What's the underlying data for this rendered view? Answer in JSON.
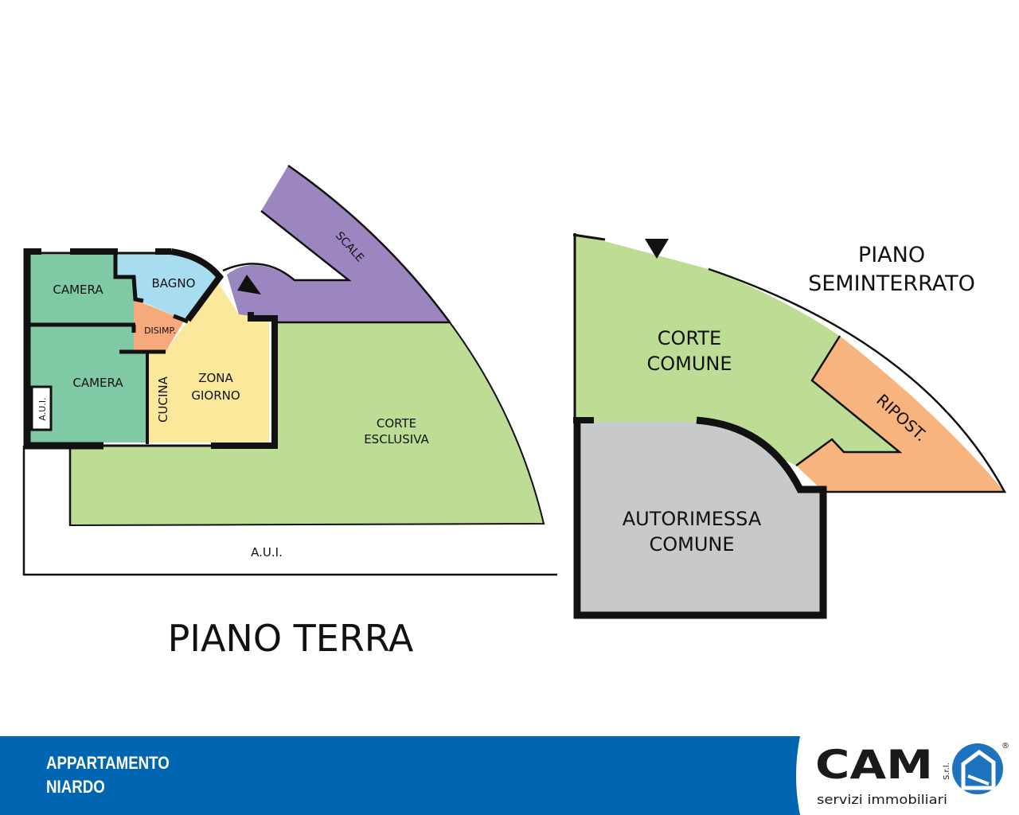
{
  "plans": {
    "ground_floor": {
      "title": "PIANO TERRA",
      "rooms": {
        "camera_1": "CAMERA",
        "bagno": "BAGNO",
        "disimpegno": "DISIMP.",
        "camera_2": "CAMERA",
        "aui_small": "A.U.I.",
        "cucina": "CUCINA",
        "zona_giorno_1": "ZONA",
        "zona_giorno_2": "GIORNO",
        "scale": "SCALE",
        "corte_1": "CORTE",
        "corte_2": "ESCLUSIVA",
        "aui": "A.U.I."
      }
    },
    "basement": {
      "title_1": "PIANO",
      "title_2": "SEMINTERRATO",
      "rooms": {
        "corte_1": "CORTE",
        "corte_2": "COMUNE",
        "ripost": "RIPOST.",
        "garage_1": "AUTORIMESSA",
        "garage_2": "COMUNE"
      }
    }
  },
  "colors": {
    "bedroom": "#7fc9a5",
    "bath": "#a8dcef",
    "hall": "#f6a97a",
    "living": "#fbe89a",
    "stairs": "#9b86bf",
    "court": "#bddd95",
    "storage": "#f8b47e",
    "garage": "#c8c9cb",
    "footer": "#0066b1"
  },
  "footer": {
    "line1": "APPARTAMENTO",
    "line2": "NIARDO",
    "logo_text": "CAM",
    "logo_srl": "S.r.l.",
    "logo_tagline": "servizi immobiliari",
    "logo_registered": "®"
  }
}
